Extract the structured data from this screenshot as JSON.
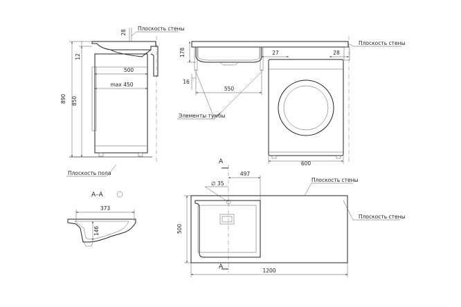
{
  "labels": {
    "wall_plane": "Плоскость стены",
    "floor_plane": "Плоскость пола",
    "cabinet_elements": "Элементы тумбы",
    "section": "А–А",
    "section_mark": "А"
  },
  "dimensions": {
    "side_top_thickness": "28",
    "side_rim": "12",
    "side_total_height": "890",
    "side_cabinet_height": "850",
    "side_depth": "500",
    "side_max_depth": "max 450",
    "front_bowl_height": "178",
    "front_gap": "27",
    "front_right_thickness": "28",
    "front_offset": "16",
    "front_bowl_width": "550",
    "front_machine_width": "600",
    "plan_bowl_width": "497",
    "plan_drain_diameter": "∅ 35",
    "plan_depth": "500",
    "plan_total_width": "1200",
    "section_width": "373",
    "section_depth": "146"
  }
}
